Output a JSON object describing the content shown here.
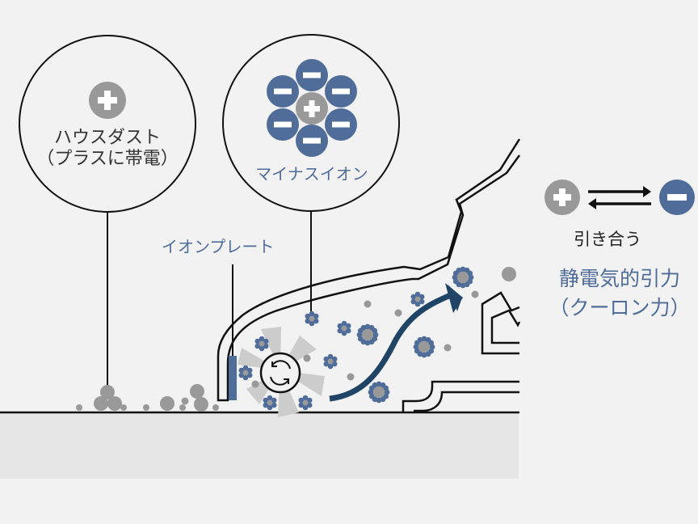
{
  "colors": {
    "background": "#f2f2f2",
    "floor": "#e6e6e6",
    "line": "#111111",
    "ion_blue": "#506c98",
    "dust_gray": "#999999",
    "arrow_navy": "#1f4466",
    "fan_gray": "#cccccc"
  },
  "callouts": {
    "house_dust": {
      "icon": "plus-charge-icon",
      "line1": "ハウスダスト",
      "line2": "（プラスに帯電）"
    },
    "minus_ion": {
      "icon": "ion-cluster-icon",
      "label": "マイナスイオン"
    }
  },
  "ion_plate": {
    "label": "イオンプレート"
  },
  "legend": {
    "left_icon": "plus-charge-icon",
    "middle_icon": "bidirectional-arrows-icon",
    "right_icon": "minus-charge-icon",
    "attract_label": "引き合う",
    "force_line1": "静電気的引力",
    "force_line2": "（クーロン力）"
  },
  "device": {
    "brush_icon": "rotate-icon",
    "airflow_icon": "airflow-arrow-icon"
  }
}
